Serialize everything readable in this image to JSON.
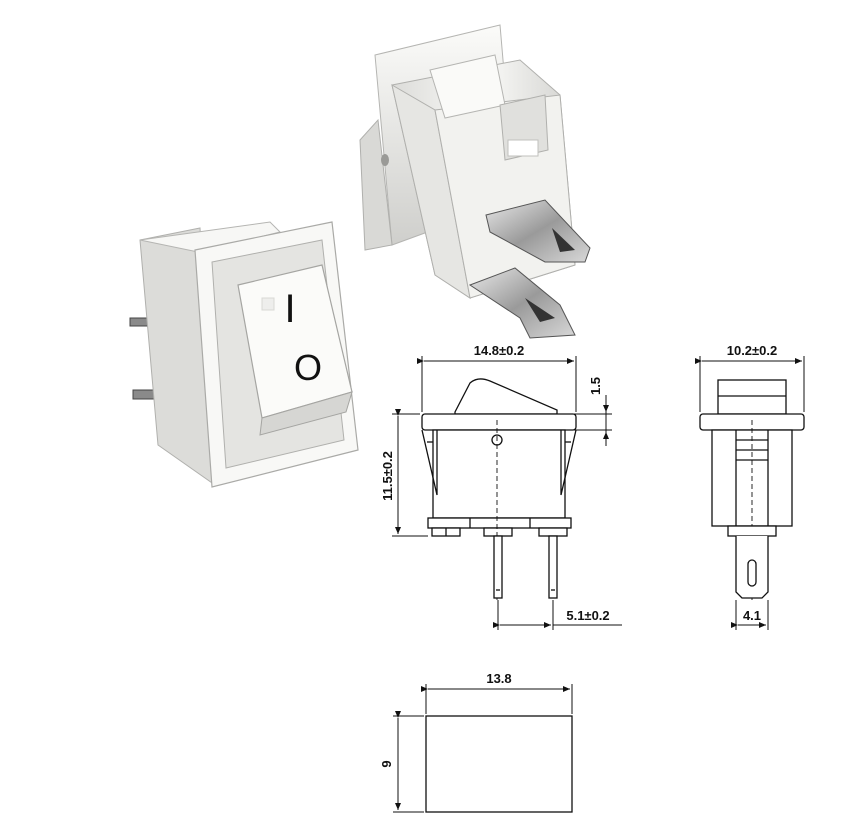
{
  "photo": {
    "switch_front": {
      "on_symbol": "I",
      "off_symbol": "O"
    }
  },
  "front_view": {
    "width_dim": "14.8±0.2",
    "rocker_height_dim": "1.5",
    "body_height_dim": "11.5±0.2",
    "terminal_pitch_dim": "5.1±0.2"
  },
  "side_view": {
    "width_dim": "10.2±0.2",
    "terminal_width_dim": "4.1"
  },
  "cutout": {
    "width_dim": "13.8",
    "height_dim": "9"
  },
  "colors": {
    "line": "#111111",
    "body_white": "#f4f4f2",
    "body_shadow": "#c9c9c6",
    "metal": "#a8a8a8"
  }
}
